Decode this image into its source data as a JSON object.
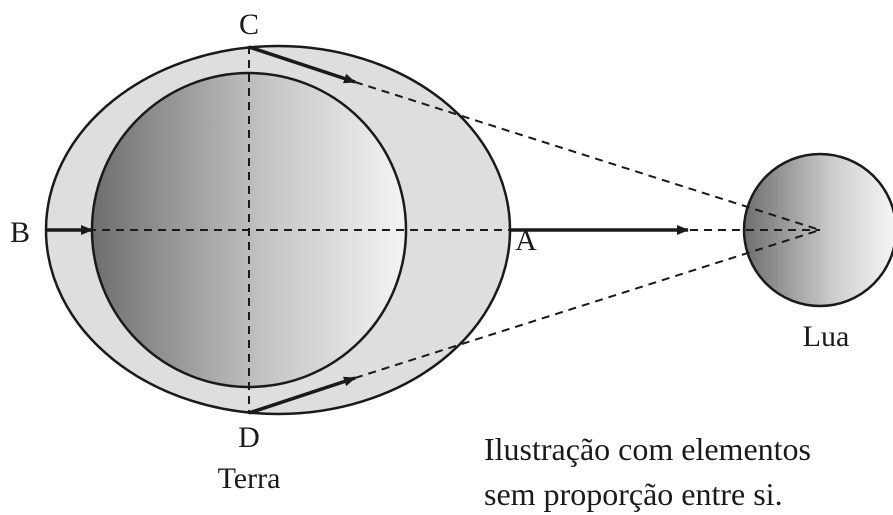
{
  "labels": {
    "point_a": "A",
    "point_b": "B",
    "point_c": "C",
    "point_d": "D",
    "earth": "Terra",
    "moon": "Lua"
  },
  "note": {
    "line1": "Ilustração com elementos",
    "line2": "sem proporção entre si."
  },
  "colors": {
    "ocean_bulge": "#dedede",
    "outline": "#1a1a1a",
    "sphere_dark": "#6e6e6e",
    "sphere_light": "#f4f4f4"
  }
}
